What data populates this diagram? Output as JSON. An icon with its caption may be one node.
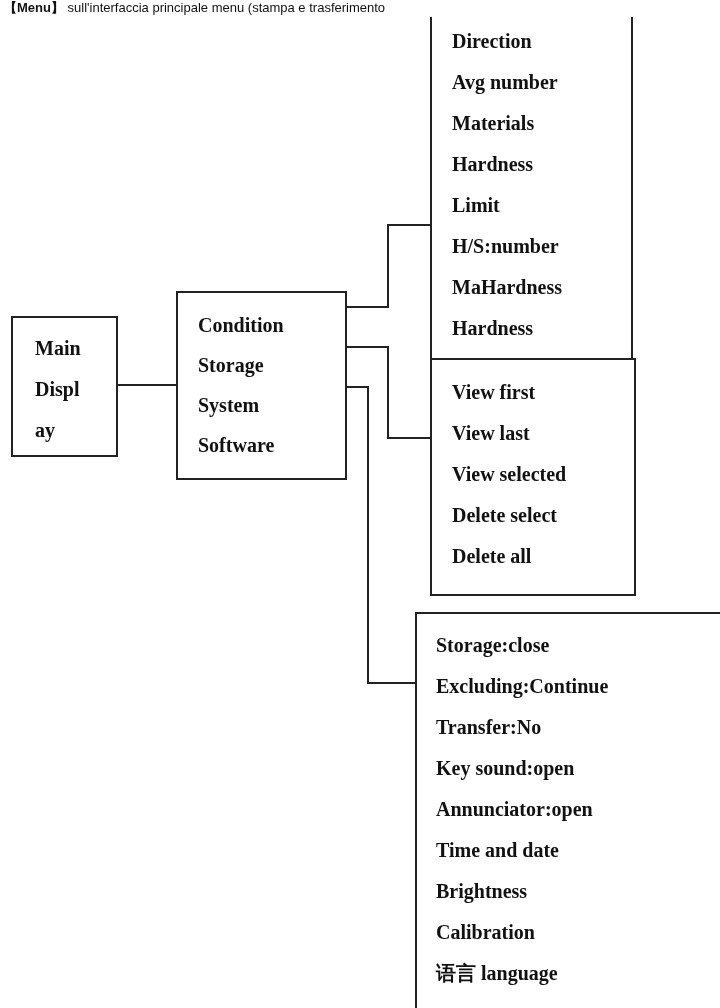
{
  "diagram": {
    "nodes": [
      {
        "text": [
          "Main Displ ay"
        ]
      },
      {
        "text": [
          "Condition",
          "Storage",
          "System",
          "Software"
        ]
      },
      {
        "text": [
          "Direction",
          "Avg number",
          "Materials",
          "Hardness",
          "Limit",
          "H/S:number",
          "MaHardness",
          "Hardness"
        ]
      },
      {
        "text": [
          "View first",
          "View last",
          "View selected",
          "Delete select",
          "Delete all"
        ]
      },
      {
        "text": [
          "Storage:close",
          "Excluding:Continue",
          "Transfer:No",
          "Key sound:open",
          "Annunciator:open",
          "Time and date",
          "Brightness",
          "Calibration",
          "语言 language"
        ]
      }
    ],
    "edges": [
      {
        "from": 0,
        "to": 1,
        "arrow": "none"
      },
      {
        "from": 1,
        "to": 2,
        "arrow": "none"
      },
      {
        "from": 1,
        "to": 3,
        "arrow": "none"
      },
      {
        "from": 1,
        "to": 4,
        "arrow": "none"
      }
    ],
    "labels": [
      "**【Menu】** sull'interfaccia principale menu (stampa e trasferimento"
    ]
  }
}
